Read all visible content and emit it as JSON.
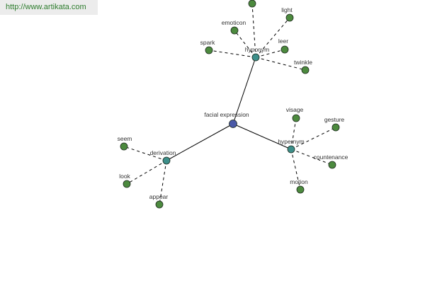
{
  "watermark": "http://www.artikata.com",
  "colors": {
    "center": "#4a59a8",
    "hub": "#3d8f8a",
    "leaf": "#4c8a3e",
    "edge": "#000000"
  },
  "nodes": {
    "center": {
      "label": "facial expression"
    },
    "hyponym": {
      "label": "hyponym"
    },
    "hypernym": {
      "label": "hypernym"
    },
    "derivation": {
      "label": "derivation"
    },
    "top": {
      "label": ""
    },
    "light": {
      "label": "light"
    },
    "emoticon": {
      "label": "emoticon"
    },
    "spark": {
      "label": "spark"
    },
    "leer": {
      "label": "leer"
    },
    "twinkle": {
      "label": "twinkle"
    },
    "visage": {
      "label": "visage"
    },
    "gesture": {
      "label": "gesture"
    },
    "countenance": {
      "label": "countenance"
    },
    "motion": {
      "label": "motion"
    },
    "seem": {
      "label": "seem"
    },
    "look": {
      "label": "look"
    },
    "appear": {
      "label": "appear"
    }
  },
  "edges": [
    {
      "from": "center",
      "to": "hyponym",
      "style": "solid"
    },
    {
      "from": "center",
      "to": "hypernym",
      "style": "solid"
    },
    {
      "from": "center",
      "to": "derivation",
      "style": "solid"
    },
    {
      "from": "hyponym",
      "to": "top",
      "style": "dashed"
    },
    {
      "from": "hyponym",
      "to": "light",
      "style": "dashed"
    },
    {
      "from": "hyponym",
      "to": "emoticon",
      "style": "dashed"
    },
    {
      "from": "hyponym",
      "to": "spark",
      "style": "dashed"
    },
    {
      "from": "hyponym",
      "to": "leer",
      "style": "dashed"
    },
    {
      "from": "hyponym",
      "to": "twinkle",
      "style": "dashed"
    },
    {
      "from": "hypernym",
      "to": "visage",
      "style": "dashed"
    },
    {
      "from": "hypernym",
      "to": "gesture",
      "style": "dashed"
    },
    {
      "from": "hypernym",
      "to": "countenance",
      "style": "dashed"
    },
    {
      "from": "hypernym",
      "to": "motion",
      "style": "dashed"
    },
    {
      "from": "derivation",
      "to": "seem",
      "style": "dashed"
    },
    {
      "from": "derivation",
      "to": "look",
      "style": "dashed"
    },
    {
      "from": "derivation",
      "to": "appear",
      "style": "dashed"
    }
  ]
}
